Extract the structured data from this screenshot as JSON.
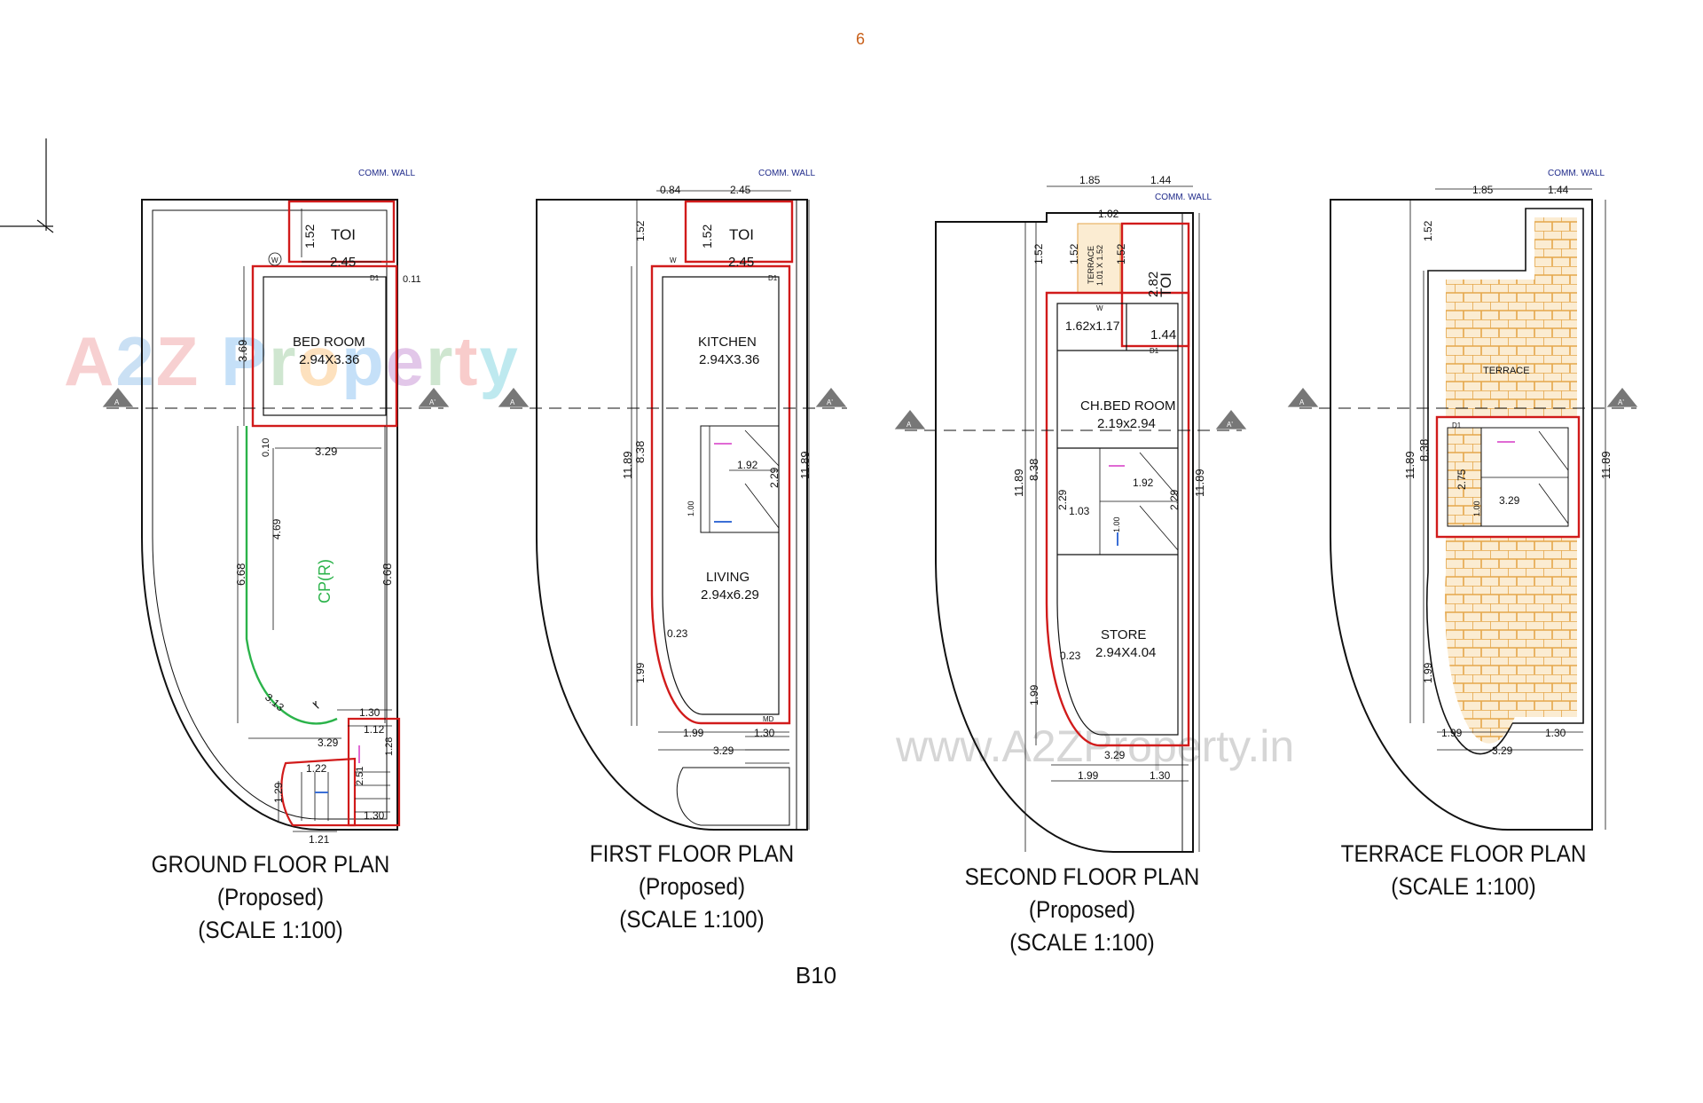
{
  "page_number": "6",
  "sheet_code": "B10",
  "watermark": {
    "logo": "A2Z Property",
    "url": "www.A2ZProperty.in"
  },
  "colors": {
    "wall": "#111111",
    "boundary": "#d11b1b",
    "terrace_tile": "#e5a64a",
    "car_path": "#2bb34a",
    "caption": "#111111",
    "page_number": "#c8601a"
  },
  "plans": {
    "ground": {
      "caption": [
        "GROUND FLOOR PLAN",
        "(Proposed)",
        "(SCALE 1:100)"
      ],
      "comm_wall": "COMM. WALL",
      "rooms": {
        "toi": "TOI",
        "bedroom_name": "BED ROOM",
        "bedroom_size": "2.94X3.36",
        "parking": "CP(R)"
      },
      "dims": {
        "d152": "1.52",
        "d245": "2.45",
        "d011": "0.11",
        "d369": "3.69",
        "d010": "0.10",
        "d329a": "3.29",
        "d469": "4.69",
        "d668a": "6.68",
        "d668b": "6.68",
        "d313": "3.13",
        "d130a": "1.30",
        "d112": "1.12",
        "d329b": "3.29",
        "d122": "1.22",
        "d129": "1.29",
        "d121": "1.21",
        "d130b": "1.30",
        "d128": "1.28",
        "d251": "2.51"
      },
      "tags": {
        "w": "W",
        "d1": "D1",
        "section": "A",
        "section2": "A'"
      }
    },
    "first": {
      "caption": [
        "FIRST FLOOR PLAN",
        "(Proposed)",
        "(SCALE 1:100)"
      ],
      "comm_wall": "COMM. WALL",
      "rooms": {
        "toi": "TOI",
        "kitchen_name": "KITCHEN",
        "kitchen_size": "2.94X3.36",
        "living_name": "LIVING",
        "living_size": "2.94x6.29"
      },
      "dims": {
        "d084": "0.84",
        "d245a": "2.45",
        "d152a": "1.52",
        "d152b": "1.52",
        "d245b": "2.45",
        "d1189a": "11.89",
        "d838": "8.38",
        "d192": "1.92",
        "d229": "2.29",
        "d100": "1.00",
        "d1189b": "11.89",
        "d023": "0.23",
        "d199a": "1.99",
        "d199b": "1.99",
        "d130": "1.30",
        "d329": "3.29"
      },
      "tags": {
        "w": "W",
        "d1": "D1",
        "md": "MD",
        "section": "A",
        "section2": "A'"
      }
    },
    "second": {
      "caption": [
        "SECOND FLOOR PLAN",
        "(Proposed)",
        "(SCALE 1:100)"
      ],
      "comm_wall": "COMM. WALL",
      "rooms": {
        "toi": "TOI",
        "terrace": "TERRACE",
        "terrace_size": "1.01 X 1.52",
        "small_size": "1.62x1.17",
        "chbed_name": "CH.BED ROOM",
        "chbed_size": "2.19x2.94",
        "store_name": "STORE",
        "store_size": "2.94X4.04"
      },
      "dims": {
        "d185": "1.85",
        "d144a": "1.44",
        "d102": "1.02",
        "d152a": "1.52",
        "d152b": "1.52",
        "d152c": "1.52",
        "d282": "2.82",
        "d144b": "1.44",
        "d1189a": "11.89",
        "d838": "8.38",
        "d229a": "2.29",
        "d103": "1.03",
        "d192": "1.92",
        "d229b": "2.29",
        "d100": "1.00",
        "d1189b": "11.89",
        "d023": "0.23",
        "d199a": "1.99",
        "d329": "3.29",
        "d199b": "1.99",
        "d130": "1.30"
      },
      "tags": {
        "w": "W",
        "d1": "D1",
        "section": "A",
        "section2": "A'"
      }
    },
    "terrace": {
      "caption": [
        "TERRACE FLOOR PLAN",
        "(SCALE 1:100)"
      ],
      "comm_wall": "COMM. WALL",
      "rooms": {
        "terrace": "TERRACE"
      },
      "dims": {
        "d185": "1.85",
        "d144": "1.44",
        "d152": "1.52",
        "d1189a": "11.89",
        "d838": "8.38",
        "d275": "2.75",
        "d100": "1.00",
        "d329a": "3.29",
        "d1189b": "11.89",
        "d199a": "1.99",
        "d199b": "1.99",
        "d130": "1.30",
        "d329b": "3.29"
      },
      "tags": {
        "d1": "D1",
        "section": "A",
        "section2": "A'"
      }
    }
  }
}
